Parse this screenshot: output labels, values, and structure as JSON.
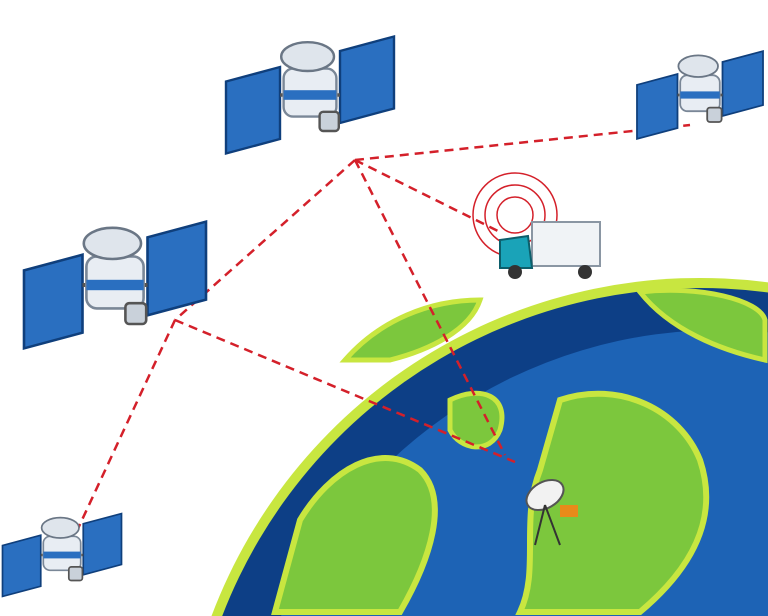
{
  "colors": {
    "background": "#ffffff",
    "ocean": "#1d63b5",
    "ocean_deep": "#0d3f86",
    "land": "#7cc73d",
    "land_edge": "#c8e640",
    "link_line": "#d4202a",
    "panel": "#2a6fc0",
    "satellite_body": "#e8edf3",
    "truck_cab": "#1aa3b8"
  },
  "satellites": [
    {
      "id": "top-center"
    },
    {
      "id": "top-right"
    },
    {
      "id": "left"
    },
    {
      "id": "bottom-left"
    }
  ]
}
